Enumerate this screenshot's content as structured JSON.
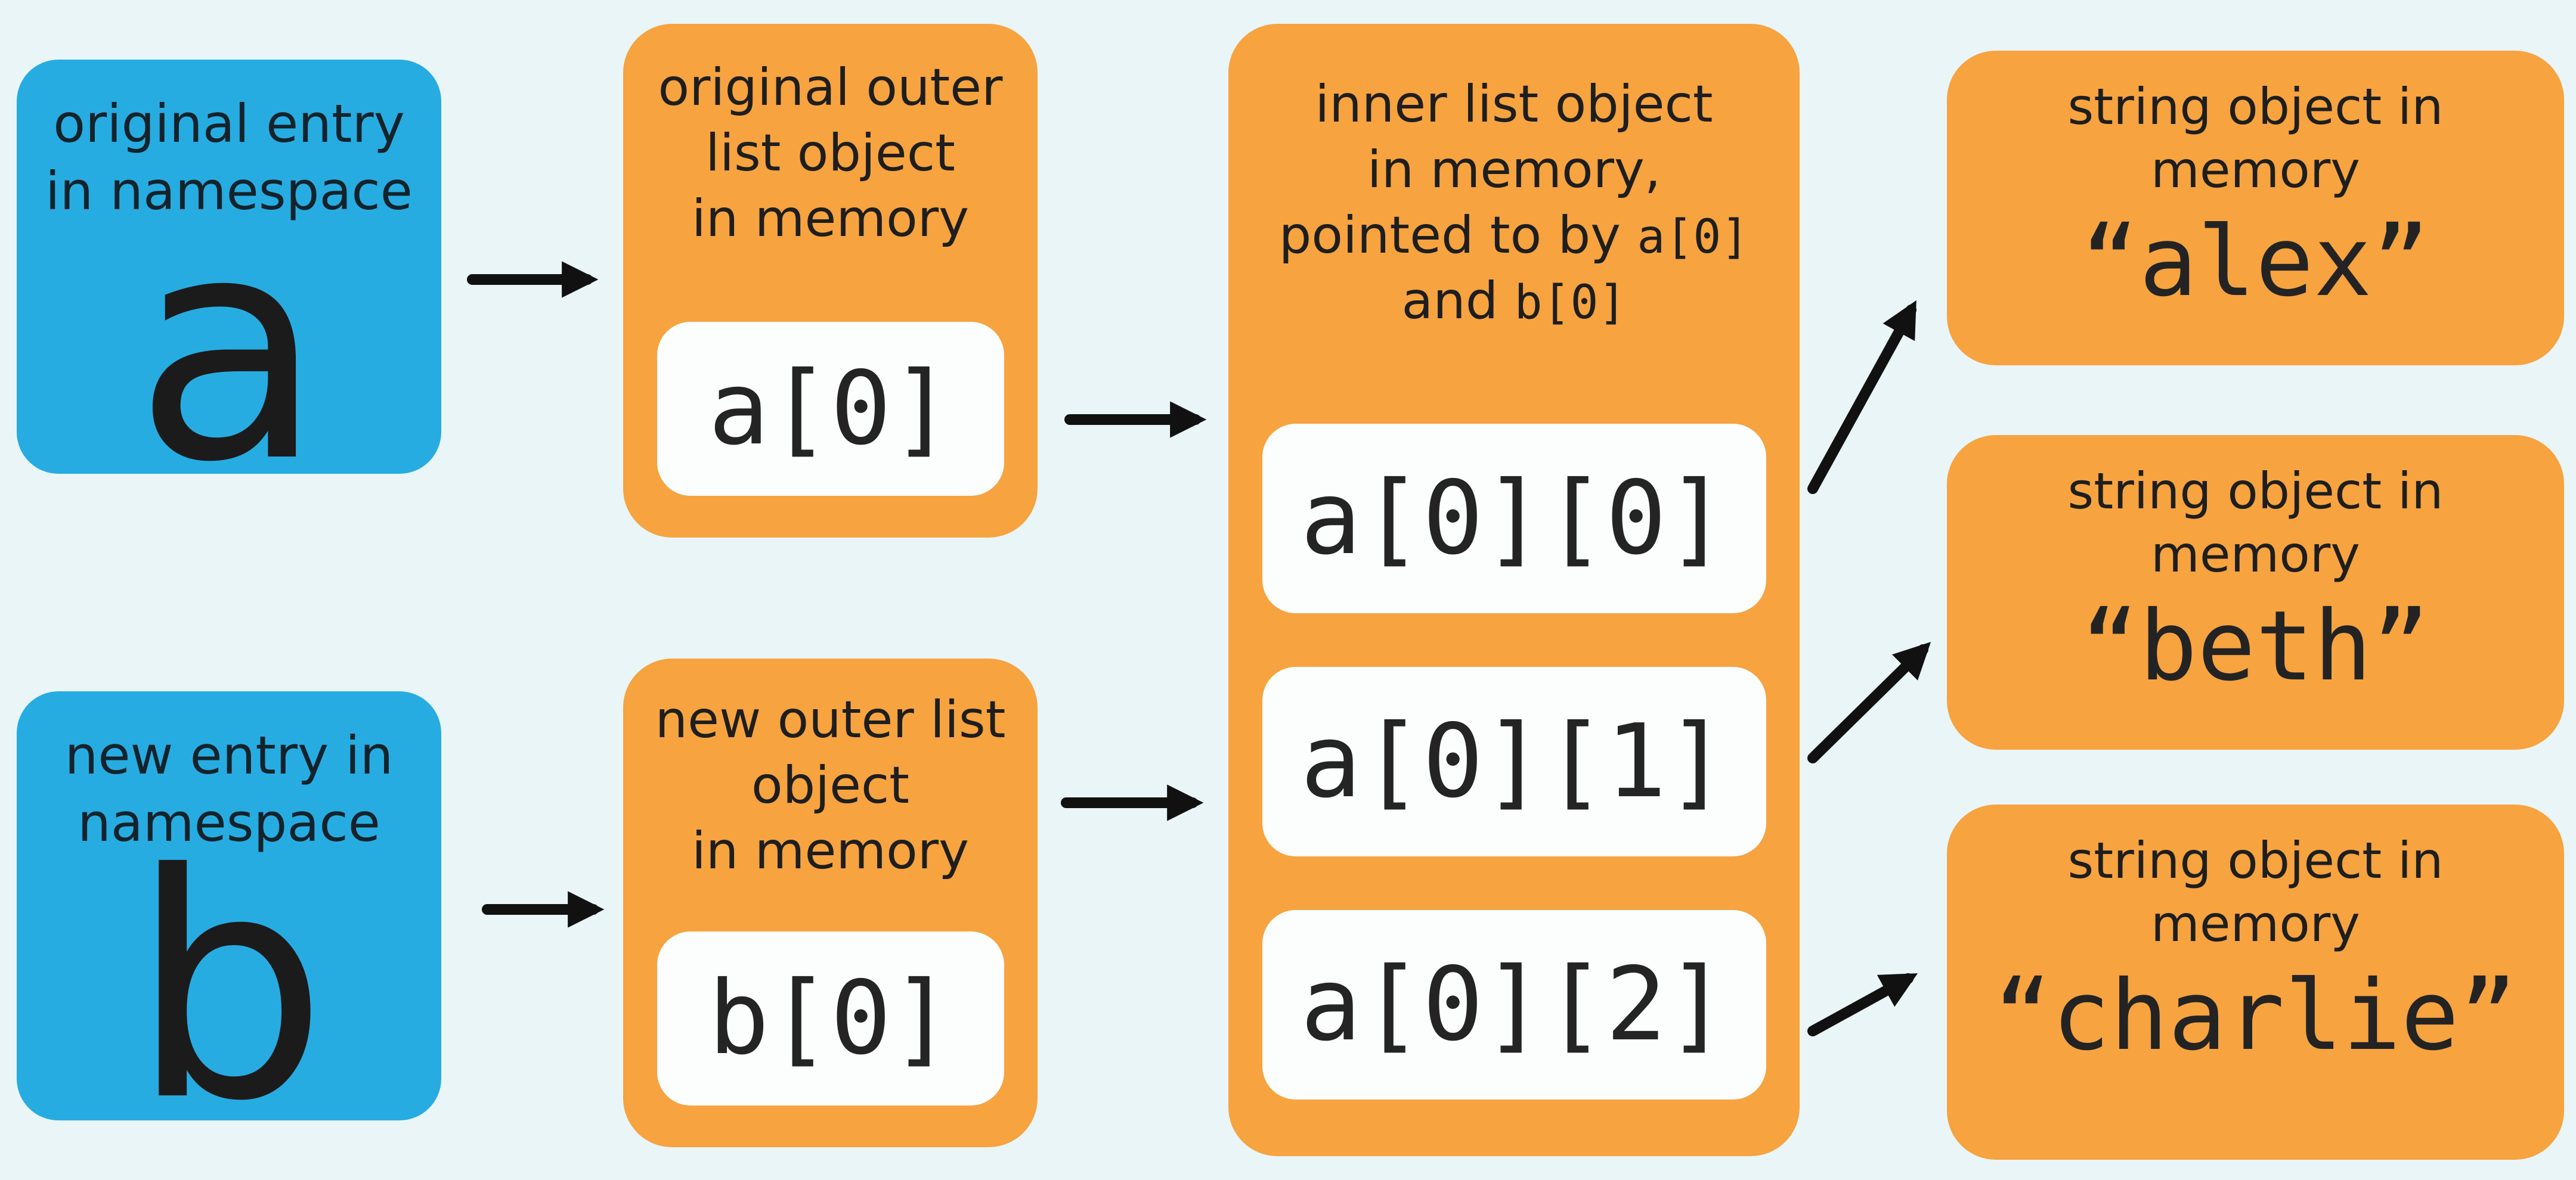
{
  "colors": {
    "background": "#e9f5f7",
    "namespace_box": "#27ace2",
    "memory_box": "#f6a340",
    "value_box": "#fcfdfd",
    "arrow": "#111111",
    "text": "#1d1d1f"
  },
  "diagram": {
    "blue_a": {
      "label1": "original entry",
      "label2": "in namespace",
      "symbol": "a"
    },
    "blue_b": {
      "label1": "new entry in",
      "label2": "namespace",
      "symbol": "b"
    },
    "outer_a": {
      "label1": "original outer",
      "label2": "list object",
      "label3": "in memory",
      "code": "a[0]"
    },
    "outer_b": {
      "label1": "new outer list",
      "label2": "object",
      "label3": "in memory",
      "code": "b[0]"
    },
    "inner": {
      "label1": "inner list object",
      "label2": "in memory,",
      "label3_prefix": "pointed to by ",
      "label3_code": "a[0]",
      "label4_prefix": "and ",
      "label4_code": "b[0]",
      "cells": [
        "a[0][0]",
        "a[0][1]",
        "a[0][2]"
      ]
    },
    "strings": [
      {
        "label1": "string object in",
        "label2": "memory",
        "value": "“alex”"
      },
      {
        "label1": "string object in",
        "label2": "memory",
        "value": "“beth”"
      },
      {
        "label1": "string object in",
        "label2": "memory",
        "value": "“charlie”"
      }
    ]
  }
}
